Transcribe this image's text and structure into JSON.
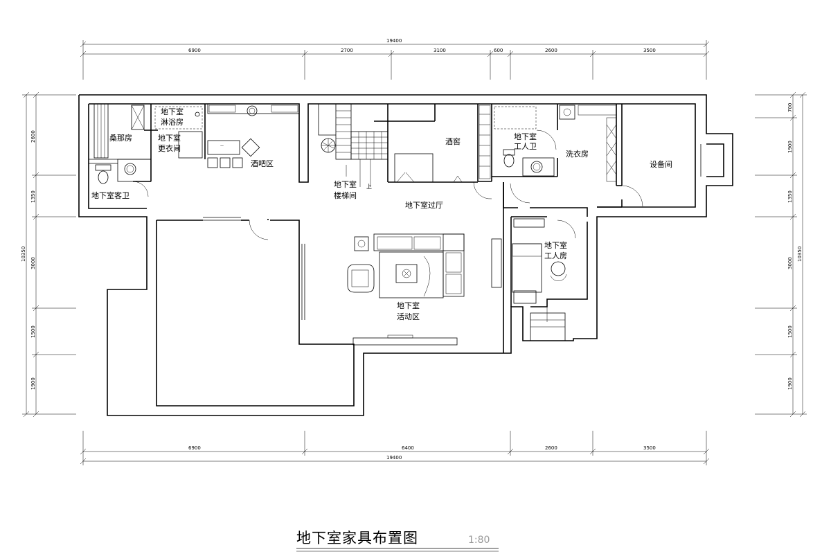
{
  "title": "地下室家具布置图",
  "scale": "1:80",
  "dimensions": {
    "top_total": "19400",
    "top_segments": [
      "6900",
      "2700",
      "3100",
      "600",
      "2600",
      "3500"
    ],
    "bottom_segments": [
      "6900",
      "6400",
      "2600",
      "3500"
    ],
    "bottom_total": "19400",
    "left_total": "10350",
    "left_segments": [
      "2600",
      "1350",
      "3000",
      "1500",
      "1900"
    ],
    "right_total": "10350",
    "right_segments": [
      "700",
      "1900",
      "1350",
      "3000",
      "1500",
      "1900"
    ]
  },
  "rooms": {
    "sauna": "桑那房",
    "shower_1": "地下室",
    "shower_2": "淋浴房",
    "dressing_1": "地下室",
    "dressing_2": "更衣间",
    "guest_wc": "地下室客卫",
    "bar": "酒吧区",
    "stairs_1": "地下室",
    "stairs_2": "楼梯间",
    "up": "上",
    "wine": "酒窖",
    "hall": "地下室过厅",
    "staff_wc_1": "地下室",
    "staff_wc_2": "工人卫",
    "laundry": "洗衣房",
    "equipment": "设备间",
    "staff_room_1": "地下室",
    "staff_room_2": "工人房",
    "activity_1": "地下室",
    "activity_2": "活动区"
  }
}
